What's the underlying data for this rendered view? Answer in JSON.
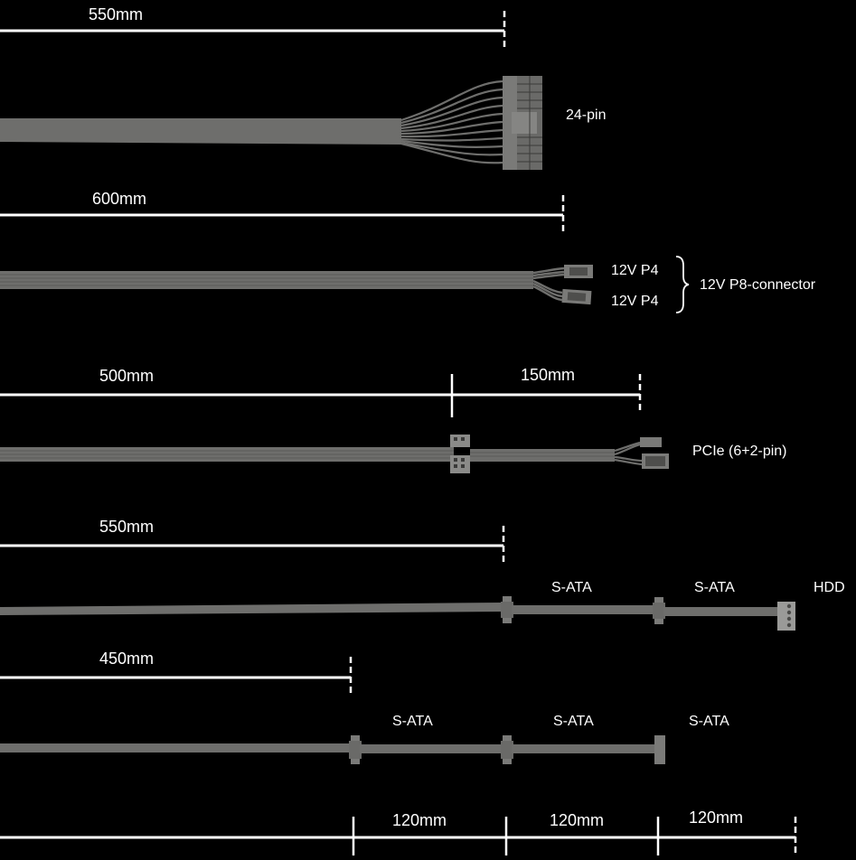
{
  "colors": {
    "background": "#000000",
    "line": "#ffffff",
    "cable": "#6e6e6c",
    "cable_dark": "#575755",
    "connector": "#7a7a78"
  },
  "cables": {
    "mb24": {
      "length": "550mm",
      "connector": "24-pin"
    },
    "cpu": {
      "length": "600mm",
      "connector_a": "12V P4",
      "connector_b": "12V P4",
      "group": "12V P8-connector"
    },
    "pcie": {
      "length_main": "500mm",
      "length_ext": "150mm",
      "connector": "PCIe (6+2-pin)"
    },
    "molex": {
      "length": "550mm",
      "sata1": "S-ATA",
      "sata2": "S-ATA",
      "end": "HDD"
    },
    "sata": {
      "length": "450mm",
      "sata1": "S-ATA",
      "sata2": "S-ATA",
      "sata3": "S-ATA",
      "seg1": "120mm",
      "seg2": "120mm",
      "seg3": "120mm"
    }
  }
}
